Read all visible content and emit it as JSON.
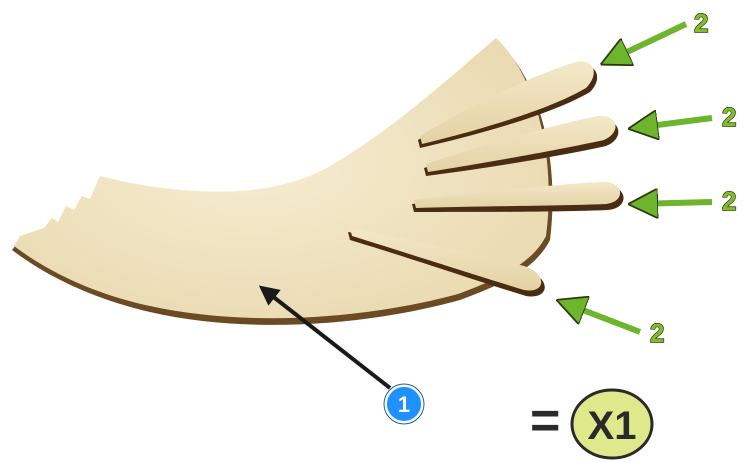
{
  "part_callout": {
    "number": "1",
    "color": "#1e90ff"
  },
  "tab_callouts": [
    {
      "number": "2"
    },
    {
      "number": "2"
    },
    {
      "number": "2"
    },
    {
      "number": "2"
    }
  ],
  "quantity": {
    "equals": "=",
    "count": "X1",
    "badge_color": "#dfe88a"
  },
  "colors": {
    "wood": "#f0e4c2",
    "wood_edge": "#3b2410",
    "arrow_green": "#6cb52d",
    "arrow_black": "#1a1a1a"
  }
}
